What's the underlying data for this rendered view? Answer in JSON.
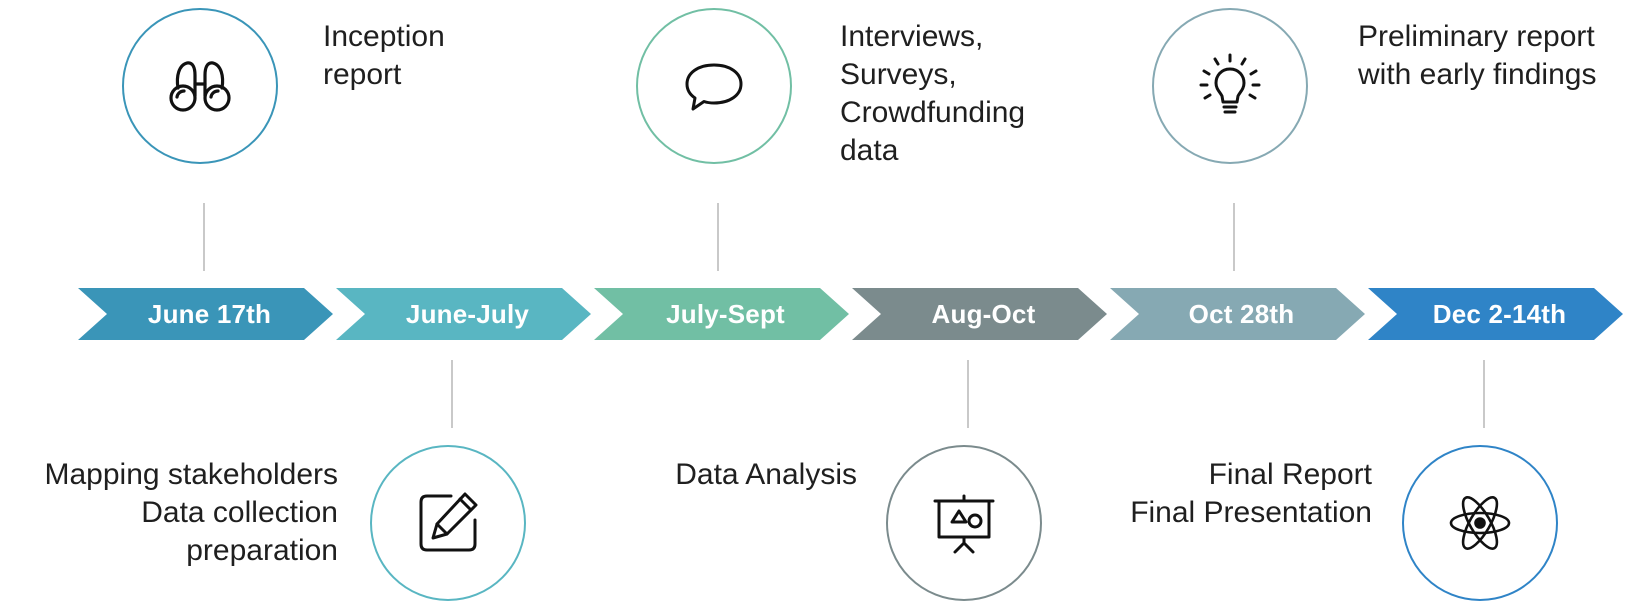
{
  "phases": [
    {
      "date": "June 17th",
      "color": "#3a95b8"
    },
    {
      "date": "June-July",
      "color": "#59b6c2"
    },
    {
      "date": "July-Sept",
      "color": "#71bfa4"
    },
    {
      "date": "Aug-Oct",
      "color": "#7b8b8d"
    },
    {
      "date": "Oct 28th",
      "color": "#86a9b3"
    },
    {
      "date": "Dec 2-14th",
      "color": "#2f84c7"
    }
  ],
  "milestones": [
    {
      "position": "top",
      "icon": "binoculars-icon",
      "label": "Inception\nreport",
      "color": "#3a95b8"
    },
    {
      "position": "bottom",
      "icon": "pencil-square-icon",
      "label": "Mapping stakeholders\nData collection\npreparation",
      "color": "#59b6c2"
    },
    {
      "position": "top",
      "icon": "speech-bubble-icon",
      "label": "Interviews,\nSurveys,\nCrowdfunding\ndata",
      "color": "#71bfa4"
    },
    {
      "position": "bottom",
      "icon": "presentation-board-icon",
      "label": "Data Analysis",
      "color": "#7b8b8d"
    },
    {
      "position": "top",
      "icon": "lightbulb-icon",
      "label": "Preliminary report\nwith early findings",
      "color": "#86a9b3"
    },
    {
      "position": "bottom",
      "icon": "atom-icon",
      "label": "Final Report\nFinal Presentation",
      "color": "#2f84c7"
    }
  ]
}
